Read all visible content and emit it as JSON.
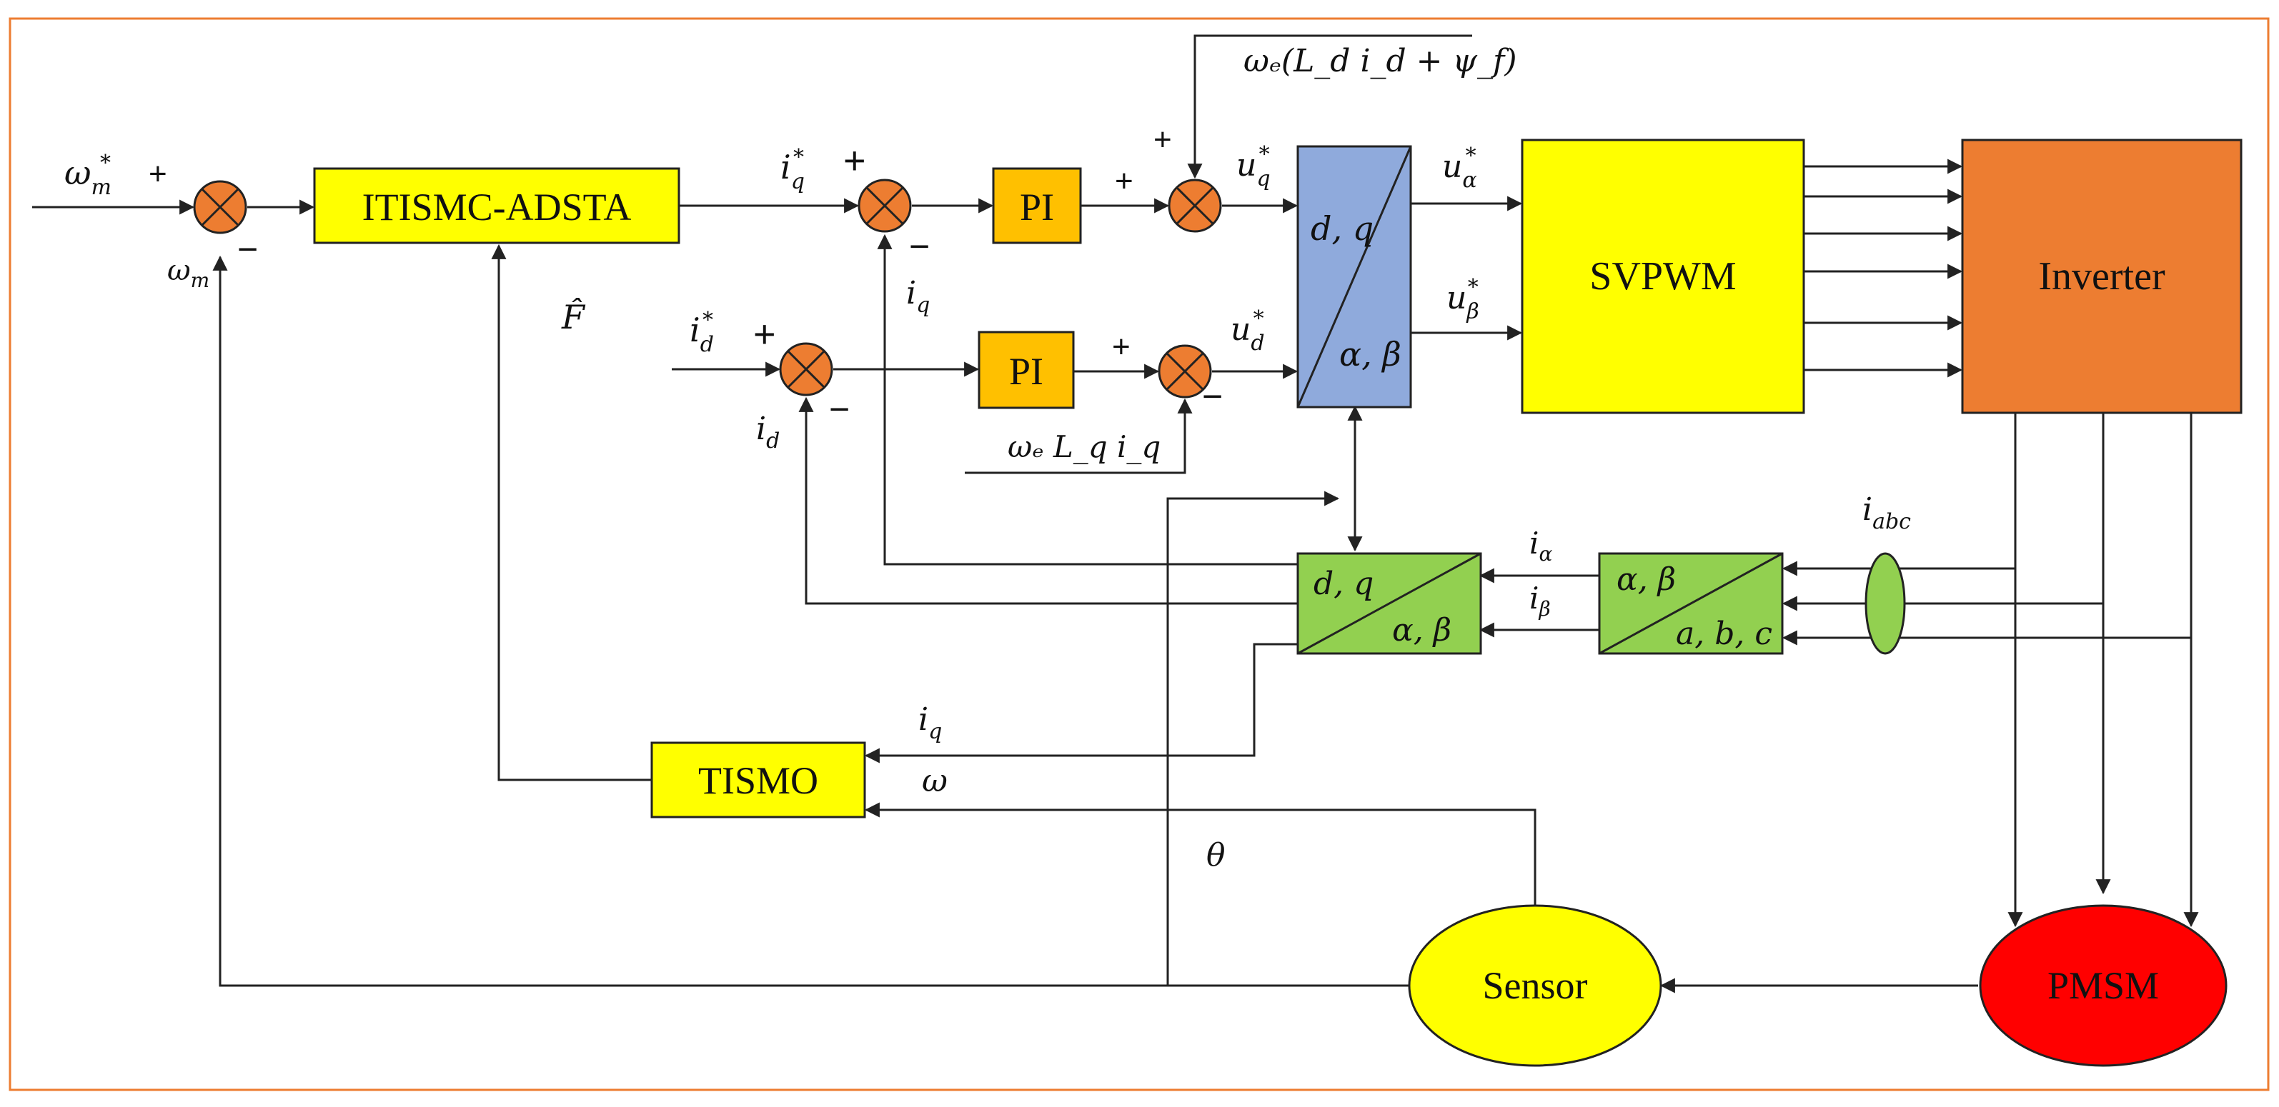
{
  "blocks": {
    "speed_controller": "ITISMC-ADSTA",
    "pi_q": "PI",
    "pi_d": "PI",
    "svpwm": "SVPWM",
    "inverter": "Inverter",
    "observer": "TISMO",
    "sensor": "Sensor",
    "motor": "PMSM"
  },
  "transforms": {
    "inverse_park_top": "d, q",
    "inverse_park_bottom": "α, β",
    "park_top": "d, q",
    "park_bottom": "α, β",
    "clarke_top": "α, β",
    "clarke_bottom": "a, b, c"
  },
  "signals": {
    "speed_ref": "ω",
    "speed_ref_sub": "m",
    "speed_ref_sup": "*",
    "speed_fb": "ω",
    "speed_fb_sub": "m",
    "iq_ref": "i",
    "iq_ref_sub": "q",
    "iq_ref_sup": "*",
    "id_ref": "i",
    "id_ref_sub": "d",
    "id_ref_sup": "*",
    "iq_fb": "i",
    "iq_fb_sub": "q",
    "id_fb": "i",
    "id_fb_sub": "d",
    "disturbance_est": "F̂",
    "feedforward_q": "ωₑ(L_d i_d + ψ_f)",
    "feedforward_d": "ωₑ L_q i_q",
    "uq_ref": "u",
    "uq_ref_sub": "q",
    "uq_ref_sup": "*",
    "ud_ref": "u",
    "ud_ref_sub": "d",
    "ud_ref_sup": "*",
    "ualpha_ref": "u",
    "ualpha_ref_sub": "α",
    "ualpha_ref_sup": "*",
    "ubeta_ref": "u",
    "ubeta_ref_sub": "β",
    "ubeta_ref_sup": "*",
    "i_alpha": "i",
    "i_alpha_sub": "α",
    "i_beta": "i",
    "i_beta_sub": "β",
    "i_abc": "i",
    "i_abc_sub": "abc",
    "iq_obs": "i",
    "iq_obs_sub": "q",
    "omega_obs": "ω",
    "theta": "θ"
  },
  "signs": {
    "plus": "+",
    "minus": "−"
  },
  "colors": {
    "border": "#ED7D31",
    "summing_junction": "#ED7D31",
    "yellow_block": "#FFFF00",
    "pi_block": "#FFC000",
    "inverter": "#ED7D31",
    "inverse_park": "#8FAADC",
    "green_transform": "#92D050",
    "motor": "#FF0000",
    "line": "#222222"
  }
}
